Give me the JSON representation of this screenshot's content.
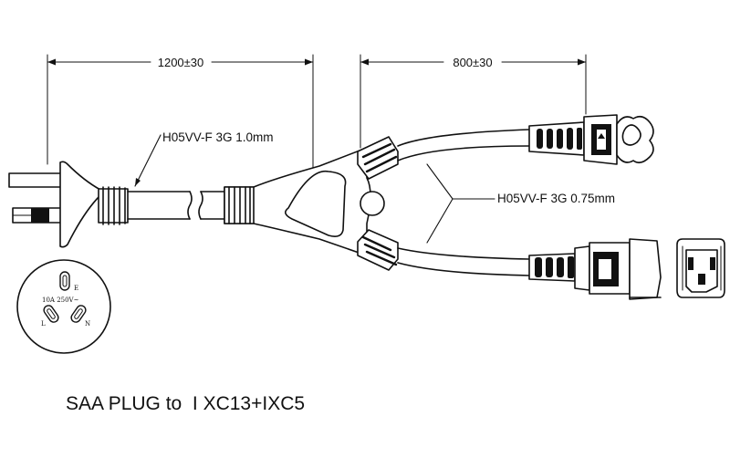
{
  "diagram": {
    "dimensions": {
      "main_length": "1200±30",
      "branch_length": "800±30"
    },
    "cables": {
      "main_spec": "H05VV-F 3G 1.0mm",
      "branch_spec": "H05VV-F 3G 0.75mm"
    },
    "plug_face": {
      "rating": "10A  250V~",
      "earth": "E",
      "live": "L",
      "neutral": "N"
    },
    "title": "SAA PLUG to  I XC13+IXC5"
  }
}
